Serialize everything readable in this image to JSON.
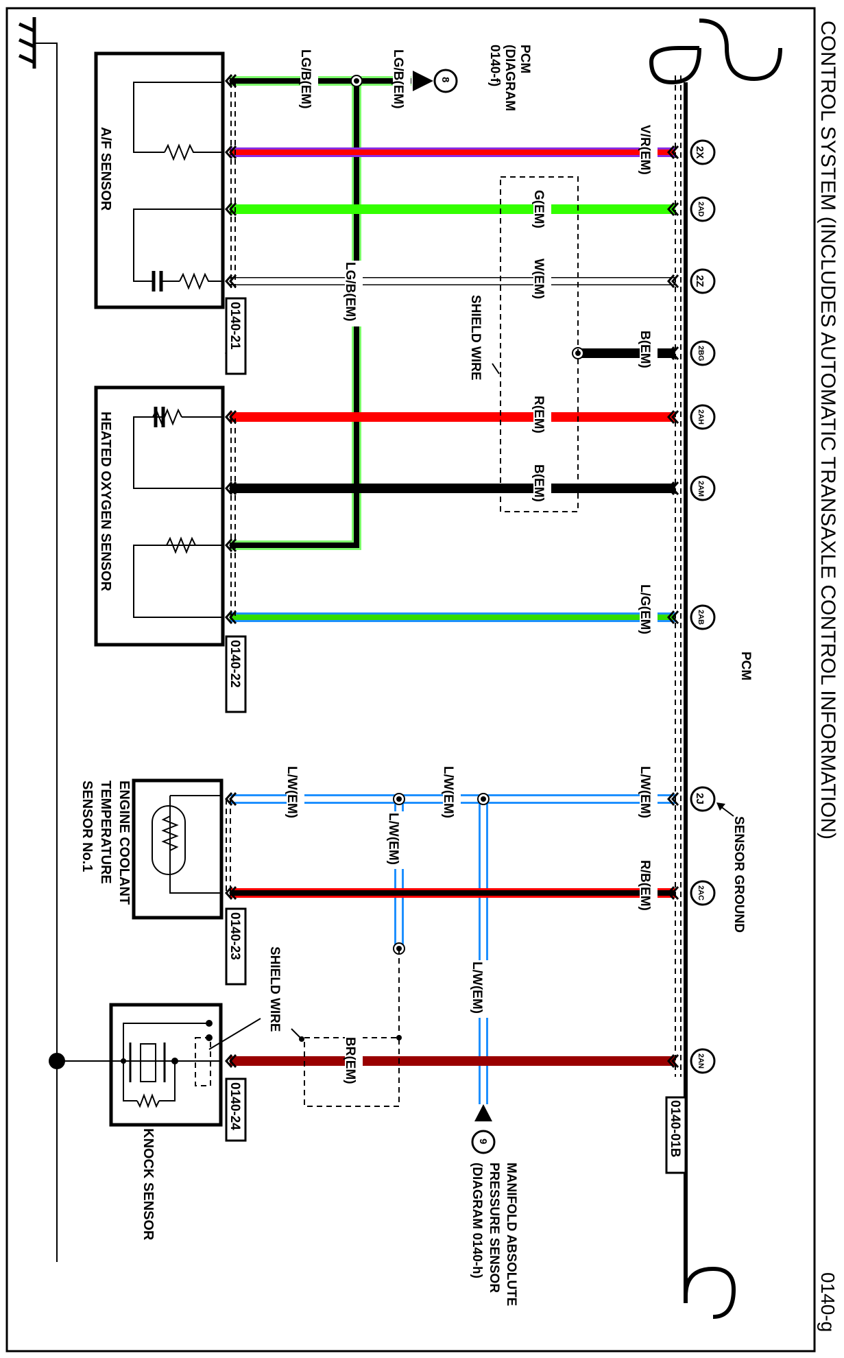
{
  "page": {
    "title": "CONTROL SYSTEM (INCLUDES AUTOMATIC TRANSAXLE CONTROL INFORMATION)",
    "page_id": "0140-g"
  },
  "pcm": {
    "label": "PCM",
    "connector_ref": "0140-01B",
    "sensor_ground_label": "SENSOR GROUND",
    "pins": [
      "2X",
      "2AD",
      "2Z",
      "2BG",
      "2AH",
      "2AM",
      "2AB",
      "2J",
      "2AC",
      "2AN"
    ]
  },
  "components": {
    "af_sensor": {
      "label": "A/F SENSOR",
      "connector_ref": "0140-21"
    },
    "ho2s": {
      "label": "HEATED OXYGEN SENSOR",
      "connector_ref": "0140-22"
    },
    "ect": {
      "label_lines": [
        "ENGINE COOLANT",
        "TEMPERATURE",
        "SENSOR No.1"
      ],
      "connector_ref": "0140-23"
    },
    "knock": {
      "label": "KNOCK SENSOR",
      "connector_ref": "0140-24"
    }
  },
  "offpage": {
    "to_pcm": {
      "number": "8",
      "lines": [
        "PCM",
        "(DIAGRAM",
        "0140-f)"
      ]
    },
    "to_map": {
      "number": "9",
      "lines": [
        "MANIFOLD ABSOLUTE",
        "PRESSURE SENSOR",
        "(DIAGRAM  0140-h)"
      ]
    }
  },
  "wires": [
    {
      "id": "lgb-top",
      "label": "LG/B(EM)",
      "color": "#000000",
      "stripe": "#7CFC6A"
    },
    {
      "id": "lgb-af",
      "label": "LG/B(EM)",
      "color": "#000000",
      "stripe": "#7CFC6A"
    },
    {
      "id": "lgb-drop",
      "label": "LG/B(EM)",
      "color": "#000000",
      "stripe": "#7CFC6A"
    },
    {
      "id": "vr",
      "label": "V/R(EM)",
      "pin": "2X",
      "color": "#FF0000",
      "stripe": "#8A2BE2"
    },
    {
      "id": "g",
      "label": "G(EM)",
      "pin": "2AD",
      "color": "#33FF00"
    },
    {
      "id": "w",
      "label": "W(EM)",
      "pin": "2Z",
      "color": "#FFFFFF"
    },
    {
      "id": "b-shield",
      "label": "B(EM)",
      "pin": "2BG",
      "color": "#000000"
    },
    {
      "id": "r",
      "label": "R(EM)",
      "pin": "2AH",
      "color": "#FF0000"
    },
    {
      "id": "b",
      "label": "B(EM)",
      "pin": "2AM",
      "color": "#000000"
    },
    {
      "id": "lg",
      "label": "L/G(EM)",
      "pin": "2AB",
      "color": "#33DD00",
      "stripe": "#1E90FF"
    },
    {
      "id": "lw-pcm",
      "label": "L/W(EM)",
      "pin": "2J",
      "color": "#FFFFFF",
      "stripe": "#1E90FF"
    },
    {
      "id": "lw-mid",
      "label": "L/W(EM)",
      "color": "#FFFFFF",
      "stripe": "#1E90FF"
    },
    {
      "id": "lw-ect",
      "label": "L/W(EM)",
      "color": "#FFFFFF",
      "stripe": "#1E90FF"
    },
    {
      "id": "lw-drop1",
      "label": "L/W(EM)",
      "color": "#FFFFFF",
      "stripe": "#1E90FF"
    },
    {
      "id": "lw-drop2",
      "label": "L/W(EM)",
      "color": "#FFFFFF",
      "stripe": "#1E90FF"
    },
    {
      "id": "rb",
      "label": "R/B(EM)",
      "pin": "2AC",
      "color": "#000000",
      "stripe": "#FF0000"
    },
    {
      "id": "br",
      "label": "BR(EM)",
      "pin": "2AN",
      "color": "#990000"
    }
  ],
  "shield_labels": [
    "SHIELD WIRE",
    "SHIELD WIRE"
  ]
}
